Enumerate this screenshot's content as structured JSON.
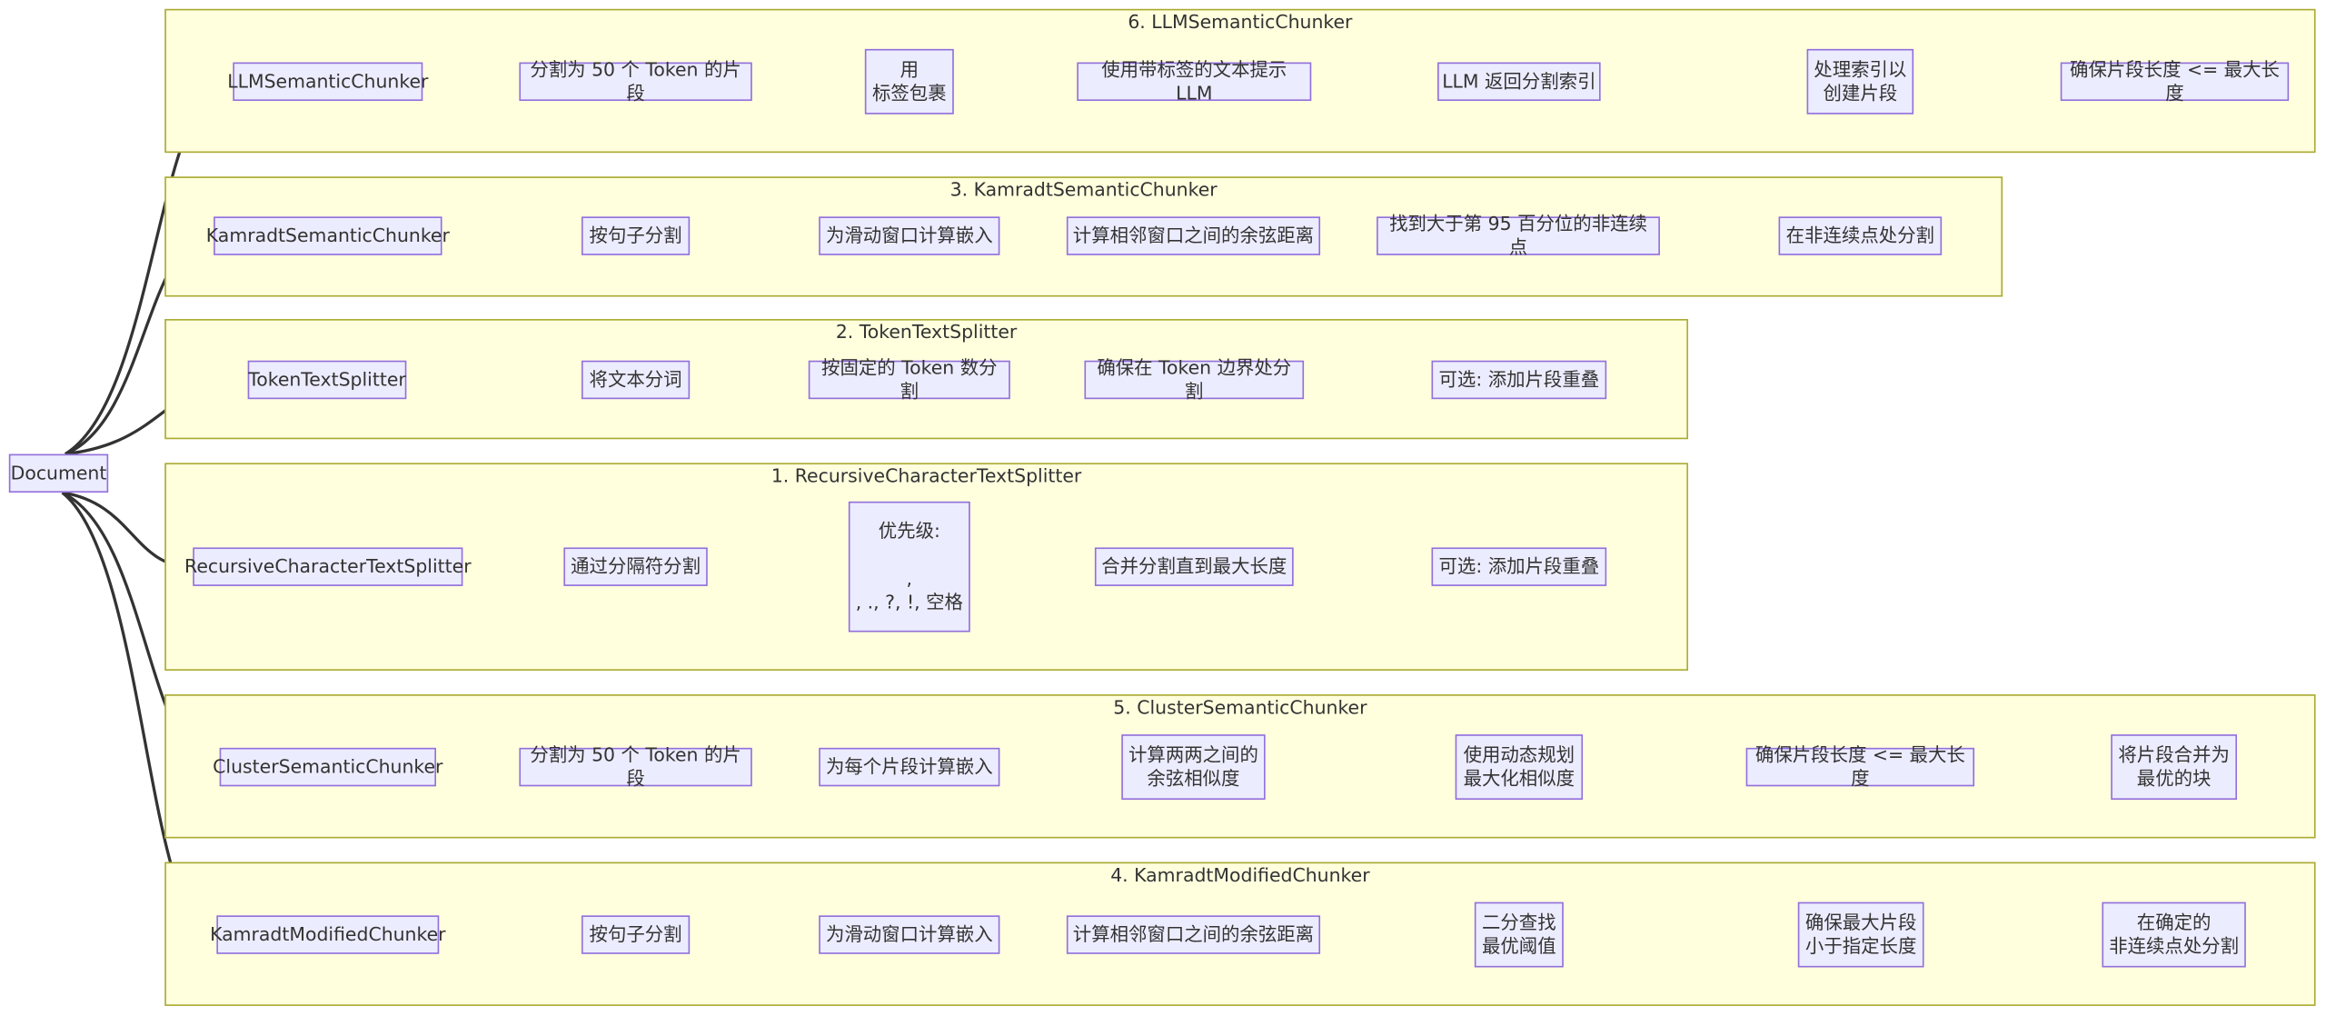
{
  "diagram": {
    "root": {
      "label": "Document"
    },
    "groups": {
      "llm": {
        "title": "6. LLMSemanticChunker",
        "nodes": [
          "LLMSemanticChunker",
          "分割为 50 个 Token 的片段",
          "用\n标签包裹",
          "使用带标签的文本提示 LLM",
          "LLM 返回分割索引",
          "处理索引以\n创建片段",
          "确保片段长度 <= 最大长度"
        ]
      },
      "kamradt": {
        "title": "3. KamradtSemanticChunker",
        "nodes": [
          "KamradtSemanticChunker",
          "按句子分割",
          "为滑动窗口计算嵌入",
          "计算相邻窗口之间的余弦距离",
          "找到大于第 95 百分位的非连续点",
          "在非连续点处分割"
        ]
      },
      "token": {
        "title": "2. TokenTextSplitter",
        "nodes": [
          "TokenTextSplitter",
          "将文本分词",
          "按固定的 Token 数分割",
          "确保在 Token 边界处分割",
          "可选: 添加片段重叠"
        ]
      },
      "recursive": {
        "title": "1. RecursiveCharacterTextSplitter",
        "nodes": [
          "RecursiveCharacterTextSplitter",
          "通过分隔符分割",
          "优先级:\n\n,\n, ., ?, !, 空格",
          "合并分割直到最大长度",
          "可选: 添加片段重叠"
        ]
      },
      "cluster": {
        "title": "5. ClusterSemanticChunker",
        "nodes": [
          "ClusterSemanticChunker",
          "分割为 50 个 Token 的片段",
          "为每个片段计算嵌入",
          "计算两两之间的\n余弦相似度",
          "使用动态规划\n最大化相似度",
          "确保片段长度 <= 最大长度",
          "将片段合并为\n最优的块"
        ]
      },
      "modified": {
        "title": "4. KamradtModifiedChunker",
        "nodes": [
          "KamradtModifiedChunker",
          "按句子分割",
          "为滑动窗口计算嵌入",
          "计算相邻窗口之间的余弦距离",
          "二分查找\n最优阈值",
          "确保最大片段\n小于指定长度",
          "在确定的\n非连续点处分割"
        ]
      }
    }
  }
}
